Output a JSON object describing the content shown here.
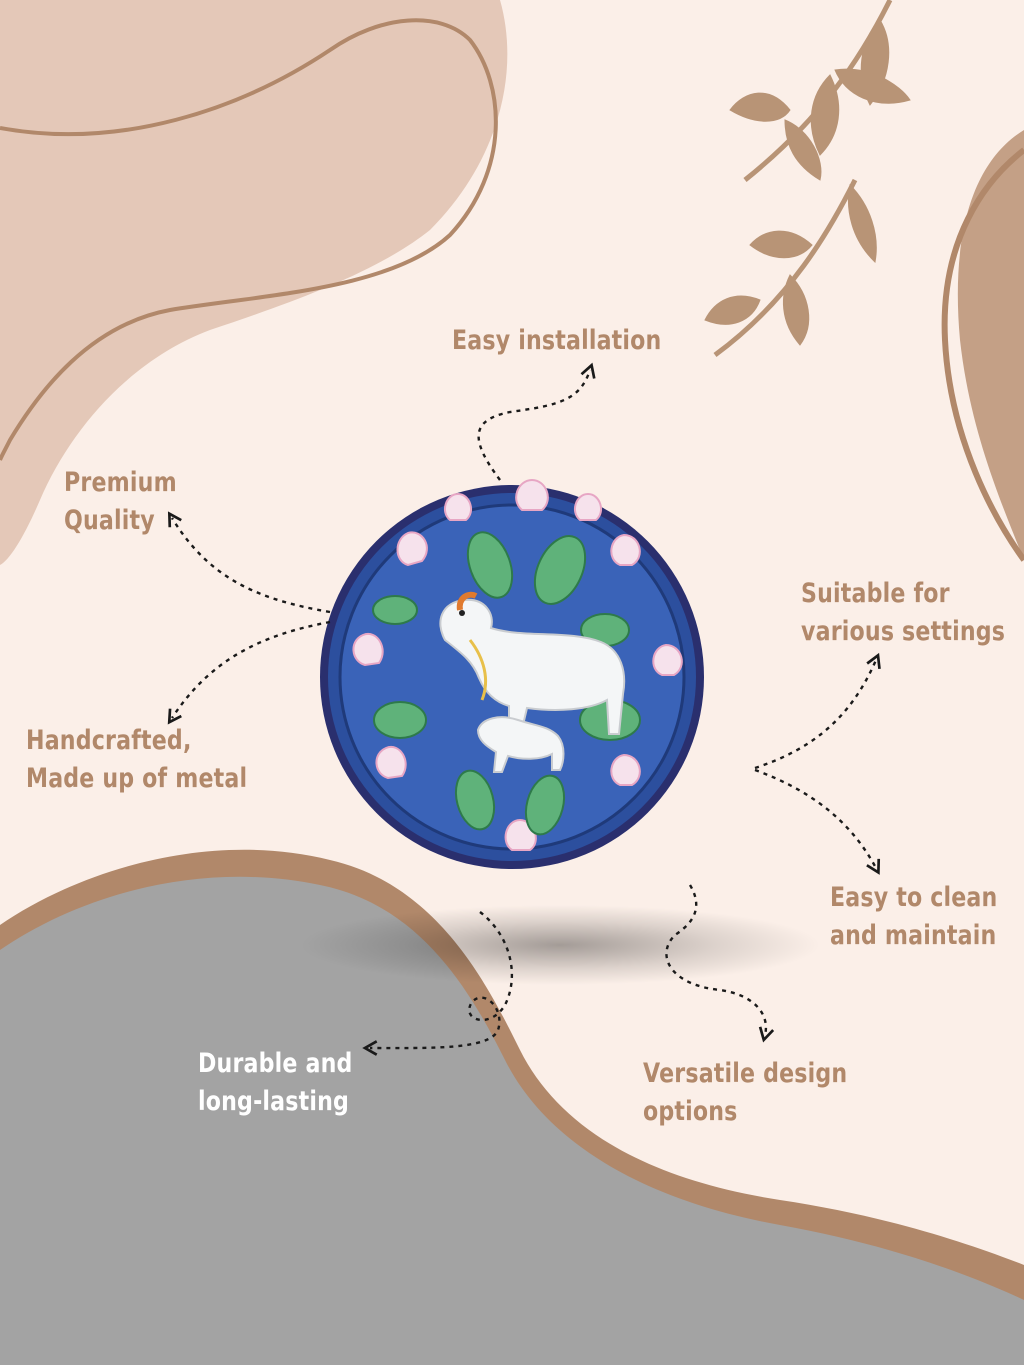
{
  "colors": {
    "background": "#fbefe8",
    "blob_light": "#e4c8b8",
    "accent_brown": "#b1886a",
    "gray_blob": "#a3a3a3",
    "plate_blue": "#2c4f9e"
  },
  "features": {
    "easy_installation": {
      "line1": "Easy installation"
    },
    "premium_quality": {
      "line1": "Premium",
      "line2": "Quality"
    },
    "handcrafted": {
      "line1": "Handcrafted,",
      "line2": "Made up of metal"
    },
    "suitable": {
      "line1": "Suitable for",
      "line2": "various settings"
    },
    "easy_clean": {
      "line1": "Easy to clean",
      "line2": "and maintain"
    },
    "durable": {
      "line1": "Durable and",
      "line2": "long-lasting"
    },
    "versatile": {
      "line1": "Versatile design",
      "line2": "options"
    }
  },
  "product": {
    "icon": "decorative-plate-cow-calf-lotus"
  }
}
